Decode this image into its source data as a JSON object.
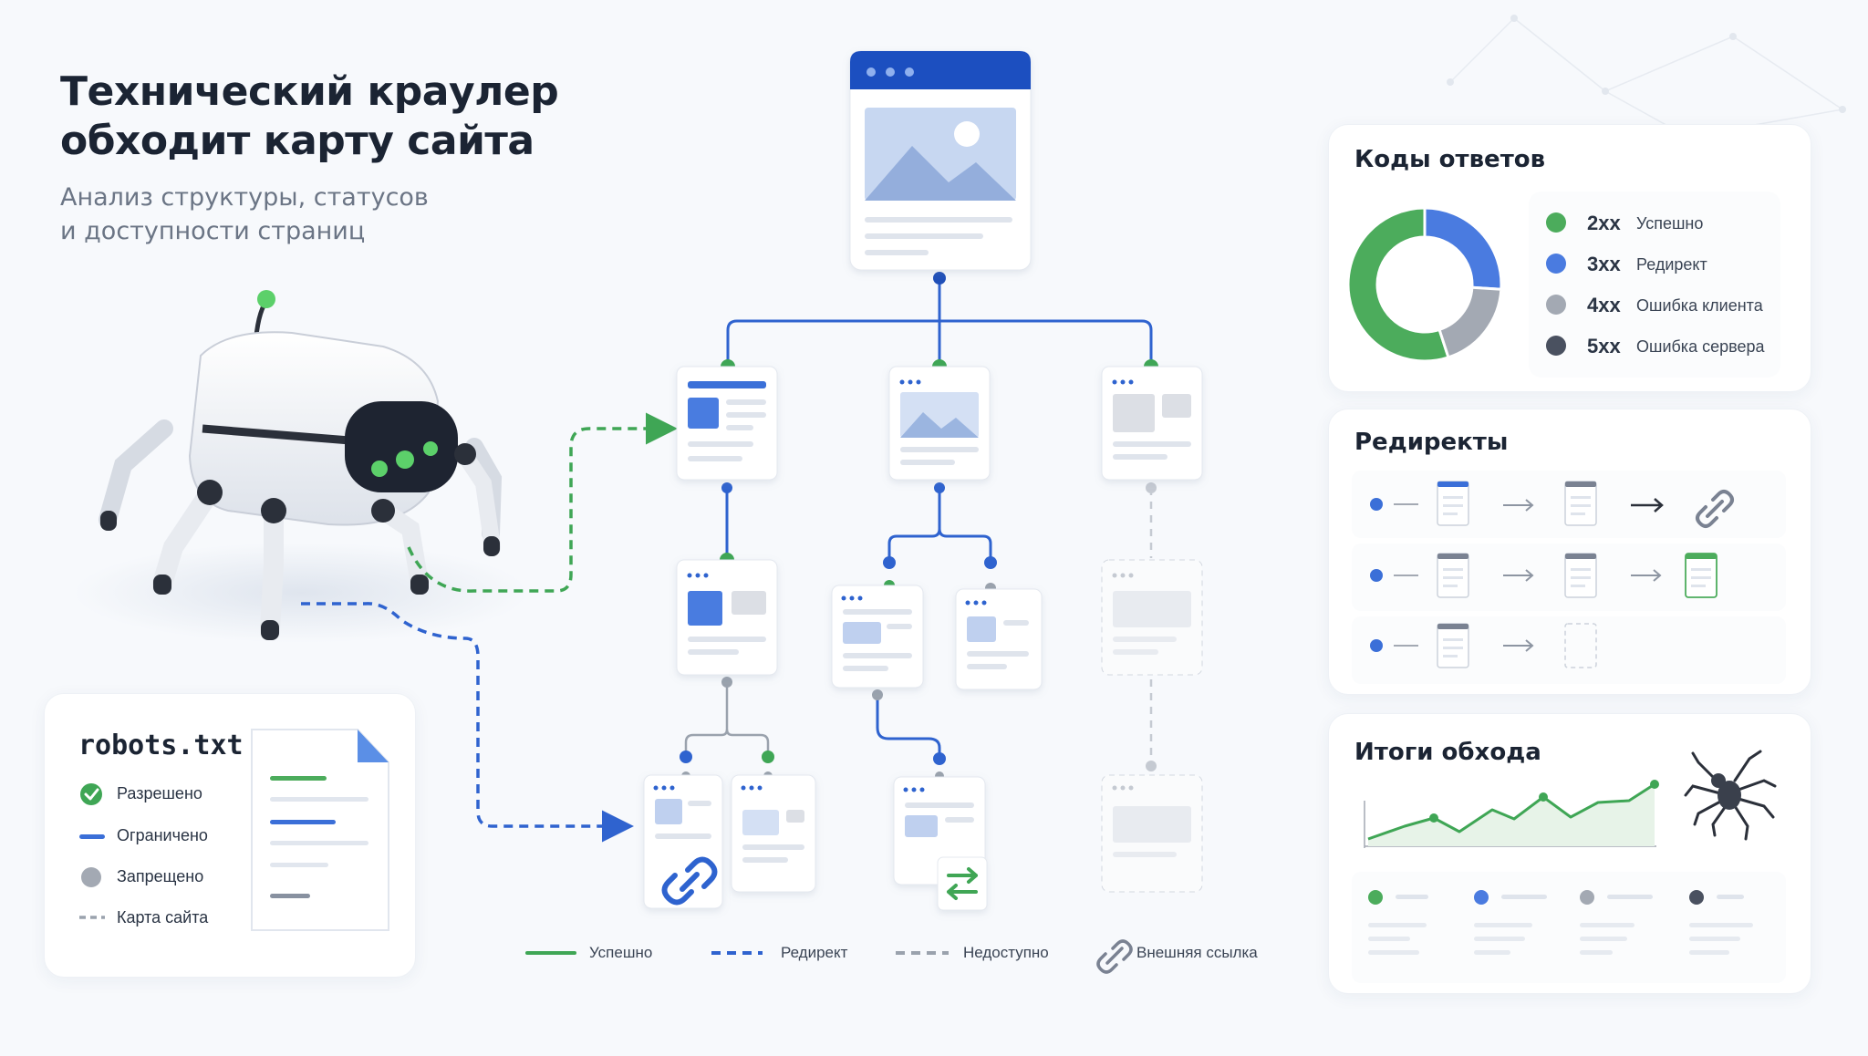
{
  "header": {
    "title_line1": "Технический краулер",
    "title_line2": "обходит карту сайта",
    "subtitle_line1": "Анализ структуры, статусов",
    "subtitle_line2": "и доступности страниц"
  },
  "robots_card": {
    "title": "robots.txt",
    "items": [
      {
        "label": "Разрешено",
        "icon": "check-circle-icon",
        "color": "#3fa655"
      },
      {
        "label": "Ограничено",
        "icon": "blue-dash-icon",
        "color": "#3b6fd8"
      },
      {
        "label": "Запрещено",
        "icon": "gray-dot-icon",
        "color": "#a3a9b3"
      },
      {
        "label": "Карта сайта",
        "icon": "gray-dashed-line-icon",
        "color": "#9aa2ad"
      }
    ]
  },
  "response_codes": {
    "title": "Коды ответов",
    "items": [
      {
        "code": "2xx",
        "label": "Успешно",
        "color": "#4cac5c"
      },
      {
        "code": "3xx",
        "label": "Редирект",
        "color": "#4a7be0"
      },
      {
        "code": "4xx",
        "label": "Ошибка клиента",
        "color": "#a3a9b3"
      },
      {
        "code": "5xx",
        "label": "Ошибка сервера",
        "color": "#4a5160"
      }
    ],
    "donut_shares": [
      0.55,
      0.26,
      0.19
    ]
  },
  "redirects": {
    "title": "Редиректы"
  },
  "crawl_summary": {
    "title": "Итоги обхода"
  },
  "bottom_legend": [
    {
      "label": "Успешно",
      "icon": "green-solid-line-icon"
    },
    {
      "label": "Редирект",
      "icon": "blue-dashed-line-icon"
    },
    {
      "label": "Недоступно",
      "icon": "gray-dashed-line-icon"
    },
    {
      "label": "Внешняя ссылка",
      "icon": "link-icon"
    }
  ],
  "colors": {
    "green": "#4cac5c",
    "blue": "#3b6fd8",
    "dark_blue": "#1f4fb8",
    "gray": "#a3a9b3",
    "dark": "#4a5160"
  }
}
